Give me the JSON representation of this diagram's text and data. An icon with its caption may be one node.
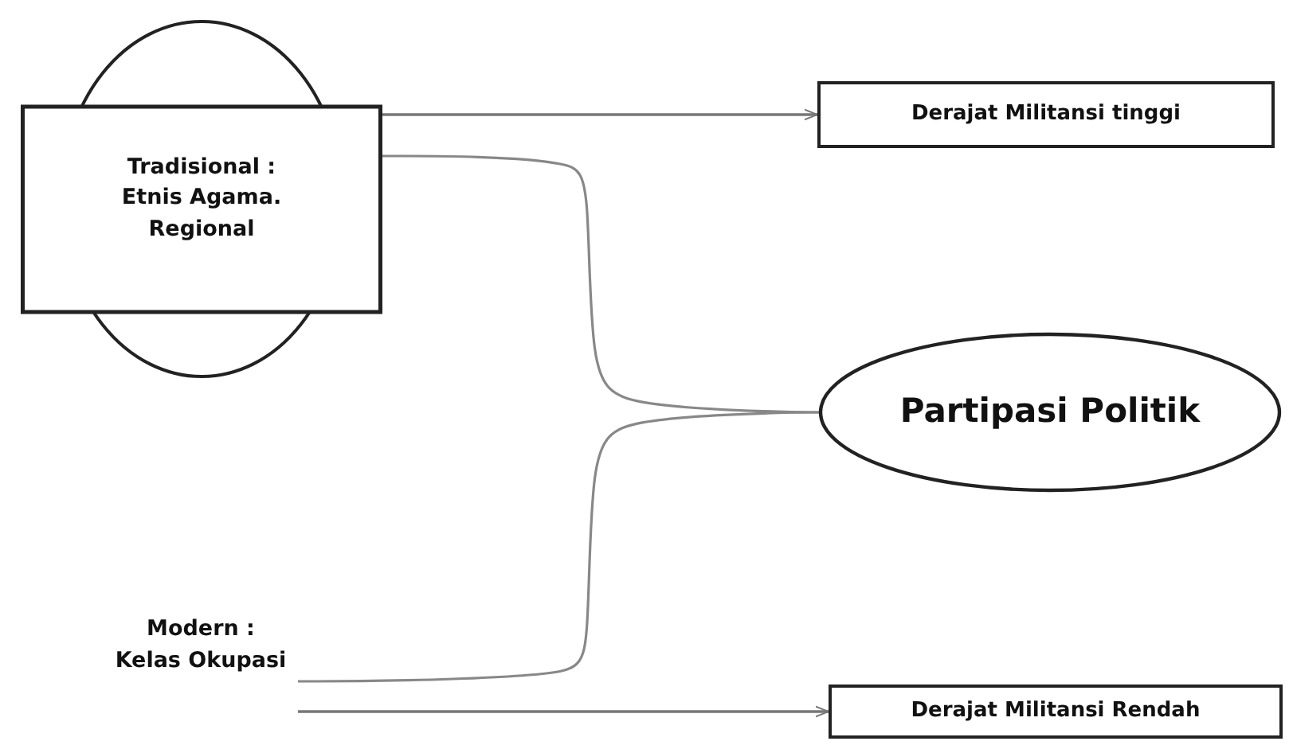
{
  "diagram": {
    "nodes": [
      {
        "text": [
          "Tradisional :",
          "Etnis Agama. Regional"
        ]
      },
      {
        "text": [
          "Derajat Militansi tinggi"
        ]
      },
      {
        "text": [
          "Partipasi Politik"
        ]
      },
      {
        "text": [
          "Modern :",
          "Kelas Okupasi"
        ]
      },
      {
        "text": [
          "Derajat Militansi Rendah"
        ]
      }
    ],
    "edges": [
      {
        "from": 0,
        "to": 1,
        "arrow": "to"
      },
      {
        "from": 0,
        "to": 2,
        "arrow": "none"
      },
      {
        "from": 3,
        "to": 2,
        "arrow": "none"
      },
      {
        "from": 3,
        "to": 4,
        "arrow": "to"
      }
    ]
  }
}
